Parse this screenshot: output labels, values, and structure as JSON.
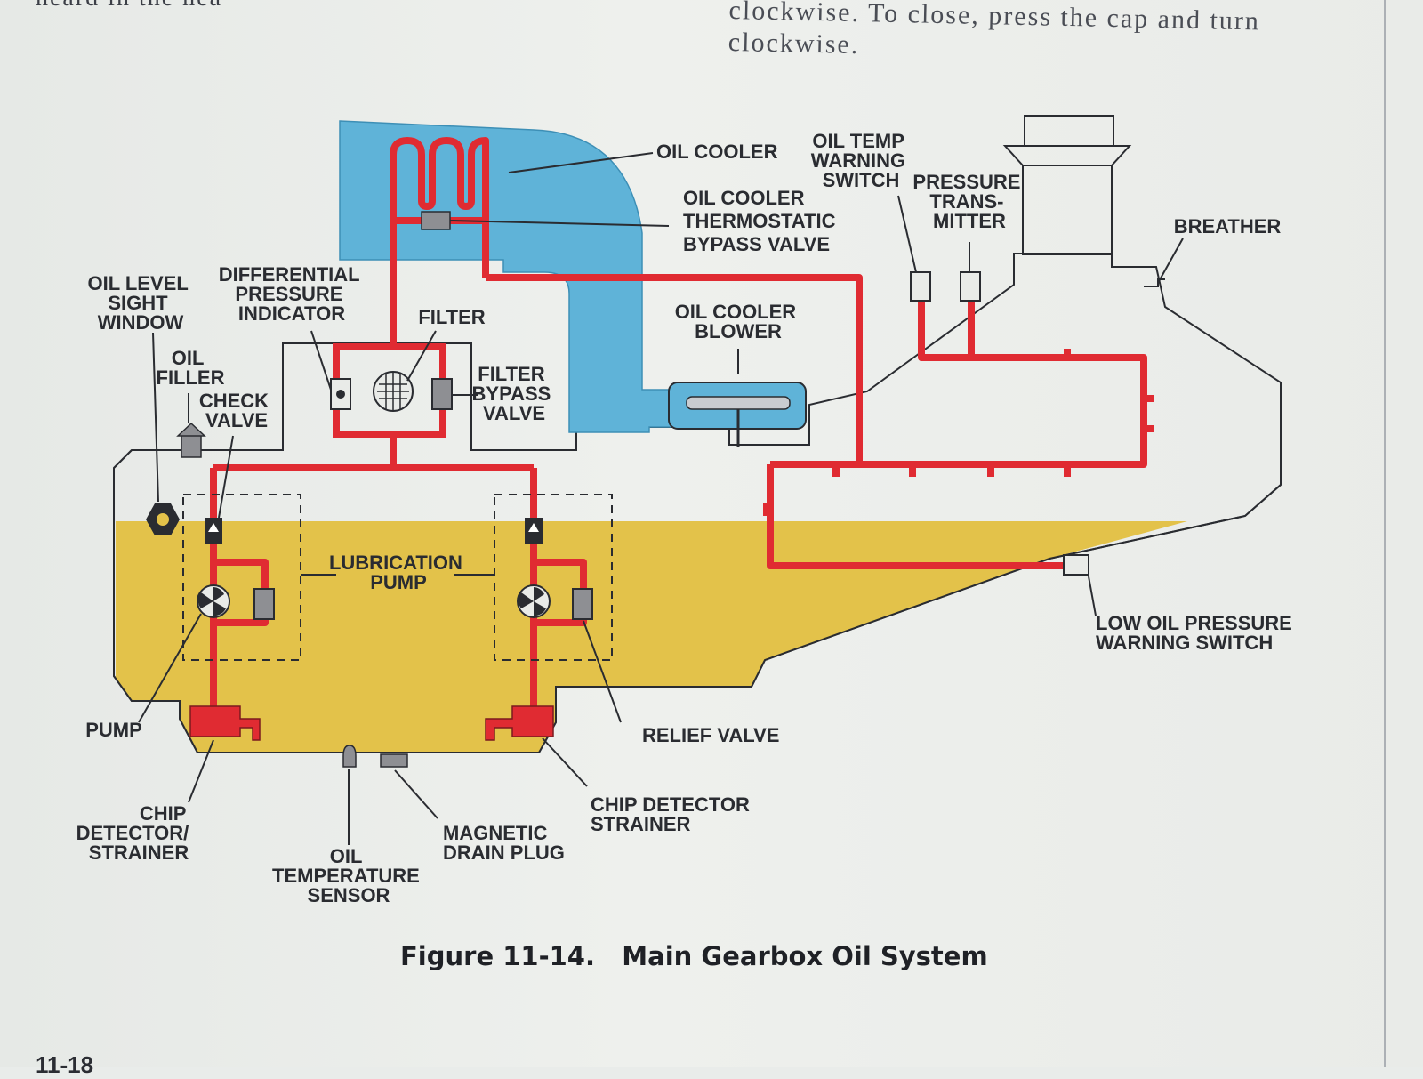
{
  "top_text": {
    "left_fragment": "heard in the hea",
    "right_lines": [
      "clockwise. To close, press the cap and turn",
      "clockwise."
    ]
  },
  "labels": {
    "oil_cooler": "OIL COOLER",
    "oil_temp_warning_switch": [
      "OIL TEMP",
      "WARNING",
      "SWITCH"
    ],
    "pressure_transmitter": [
      "PRESSURE",
      "TRANS-",
      "MITTER"
    ],
    "breather": "BREATHER",
    "oil_cooler_thermostatic_bypass_valve": [
      "OIL COOLER",
      "THERMOSTATIC",
      "BYPASS VALVE"
    ],
    "oil_level_sight_window": [
      "OIL LEVEL",
      "SIGHT",
      "WINDOW"
    ],
    "differential_pressure_indicator": [
      "DIFFERENTIAL",
      "PRESSURE",
      "INDICATOR"
    ],
    "filter": "FILTER",
    "oil_cooler_blower": [
      "OIL COOLER",
      "BLOWER"
    ],
    "oil_filler": [
      "OIL",
      "FILLER"
    ],
    "check_valve": [
      "CHECK",
      "VALVE"
    ],
    "filter_bypass_valve": [
      "FILTER",
      "BYPASS",
      "VALVE"
    ],
    "lubrication_pump": [
      "LUBRICATION",
      "PUMP"
    ],
    "low_oil_pressure_warning_switch": [
      "LOW OIL PRESSURE",
      "WARNING SWITCH"
    ],
    "pump": "PUMP",
    "relief_valve": "RELIEF VALVE",
    "chip_detector_strainer_left": [
      "CHIP",
      "DETECTOR/",
      "STRAINER"
    ],
    "oil_temperature_sensor": [
      "OIL",
      "TEMPERATURE",
      "SENSOR"
    ],
    "magnetic_drain_plug": [
      "MAGNETIC",
      "DRAIN PLUG"
    ],
    "chip_detector_strainer_right": [
      "CHIP DETECTOR",
      "STRAINER"
    ]
  },
  "caption": {
    "number": "Figure 11-14.",
    "title": "Main Gearbox Oil System"
  },
  "page_number": "11-18",
  "colors": {
    "oil_line": "#e02b32",
    "oil_sump": "#e3c24a",
    "cooler_duct": "#5fb3d8",
    "outline": "#2a2c31",
    "page": "#eceeeb"
  }
}
